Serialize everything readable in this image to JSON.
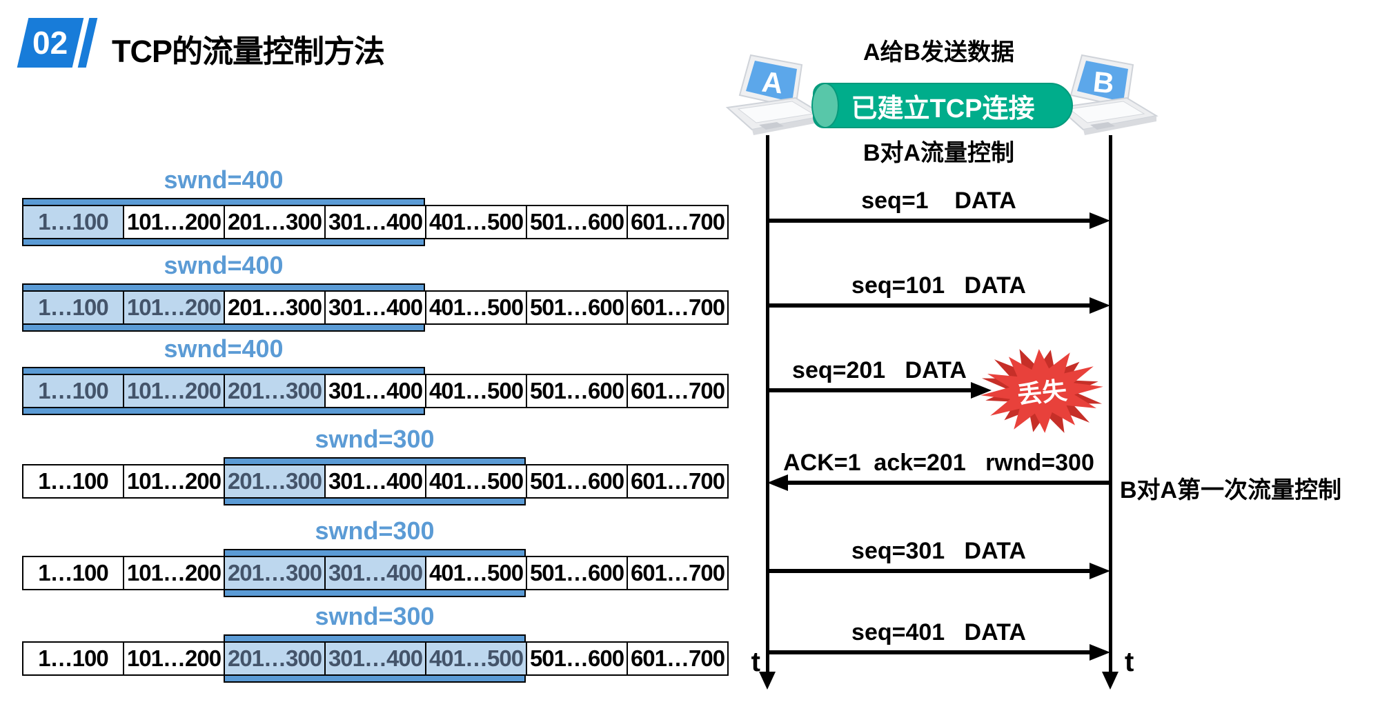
{
  "colors": {
    "accent_blue": "#5B9BD5",
    "window_cell_fill": "#BDD7EE",
    "window_cell_text": "#44546A",
    "badge_blue": "#187CD9",
    "connection_green": "#00AD8B",
    "lost_red": "#E8413B",
    "laptop_screen_blue": "#5CA7EA"
  },
  "header": {
    "badge_number": "02",
    "title": "TCP的流量控制方法"
  },
  "byte_cells": [
    "1…100",
    "101…200",
    "201…300",
    "301…400",
    "401…500",
    "501…600",
    "601…700"
  ],
  "window_rows": [
    {
      "label": "swnd=400",
      "window_start": 0,
      "window_len": 4,
      "sent_cells": [
        0
      ]
    },
    {
      "label": "swnd=400",
      "window_start": 0,
      "window_len": 4,
      "sent_cells": [
        0,
        1
      ]
    },
    {
      "label": "swnd=400",
      "window_start": 0,
      "window_len": 4,
      "sent_cells": [
        0,
        1,
        2
      ]
    },
    {
      "label": "swnd=300",
      "window_start": 2,
      "window_len": 3,
      "sent_cells": [
        2
      ]
    },
    {
      "label": "swnd=300",
      "window_start": 2,
      "window_len": 3,
      "sent_cells": [
        2,
        3
      ]
    },
    {
      "label": "swnd=300",
      "window_start": 2,
      "window_len": 3,
      "sent_cells": [
        2,
        3,
        4
      ]
    }
  ],
  "sequence": {
    "caption_top": "A给B发送数据",
    "connection_label": "已建立TCP连接",
    "caption_sub": "B对A流量控制",
    "host_a_label": "A",
    "host_b_label": "B",
    "messages": [
      {
        "label": "seq=1    DATA",
        "direction": "right"
      },
      {
        "label": "seq=101   DATA",
        "direction": "right"
      },
      {
        "label": "seq=201   DATA",
        "direction": "right",
        "lost": true,
        "lost_label": "丢失"
      },
      {
        "label": "ACK=1  ack=201   rwnd=300",
        "direction": "left",
        "side_note": "B对A第一次流量控制"
      },
      {
        "label": "seq=301   DATA",
        "direction": "right"
      },
      {
        "label": "seq=401   DATA",
        "direction": "right"
      }
    ],
    "time_label_a": "t",
    "time_label_b": "t"
  }
}
